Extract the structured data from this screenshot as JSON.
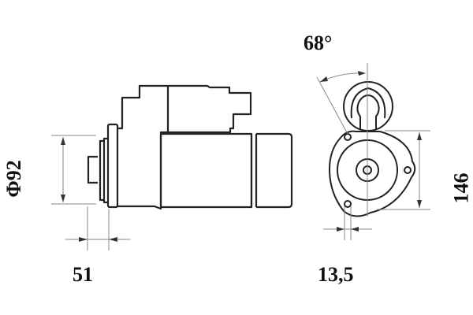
{
  "drawing": {
    "subject": "starter motor dimensional drawing",
    "views": [
      "side view",
      "front view"
    ],
    "stroke_color": "#222222",
    "dim_line_color": "#777777",
    "background": "#ffffff"
  },
  "dimensions": {
    "diameter_label": "Φ92",
    "flange_offset_label": "51",
    "angle_label": "68°",
    "height_label": "146",
    "hole_offset_label": "13,5"
  }
}
